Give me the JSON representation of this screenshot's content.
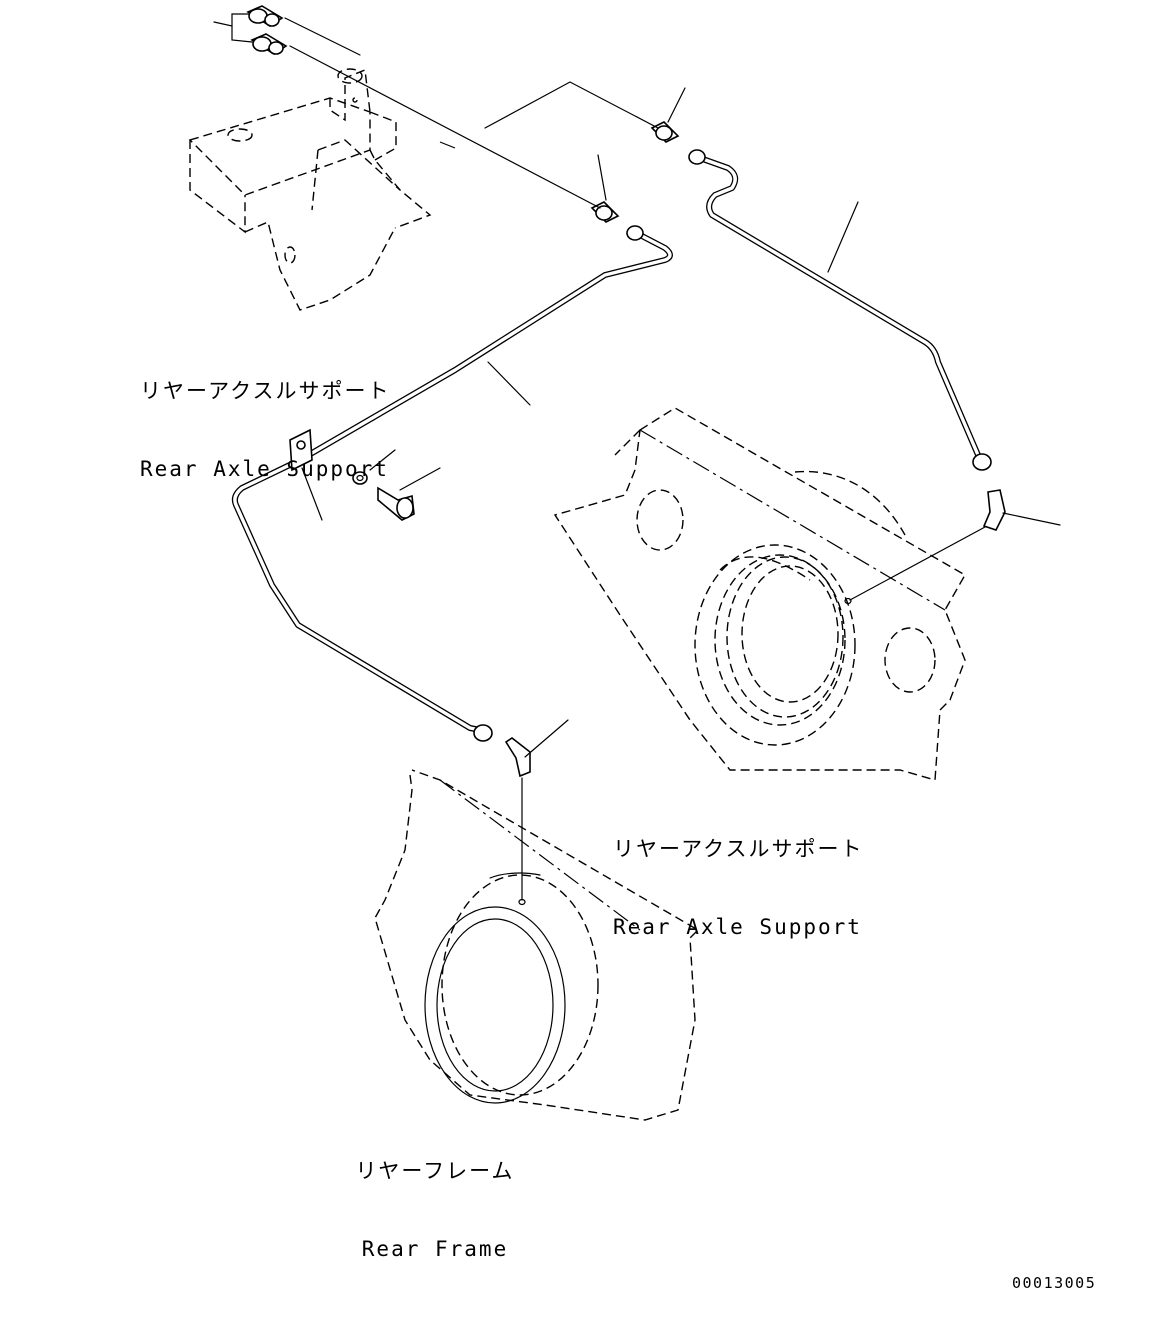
{
  "labels": {
    "support_upper": {
      "ja": "リヤーアクスルサポート",
      "en": "Rear Axle Support"
    },
    "support_right": {
      "ja": "リヤーアクスルサポート",
      "en": "Rear Axle Support"
    },
    "frame": {
      "ja": "リヤーフレーム",
      "en": "Rear Frame"
    }
  },
  "drawing_number": "00013005"
}
